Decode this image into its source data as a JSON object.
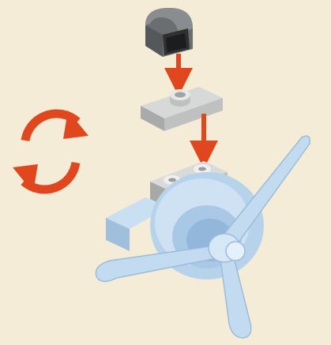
{
  "page": {
    "background_color": "#f4ecd6"
  },
  "instruction_step": {
    "rotate_icon": "rotate-model-icon",
    "arrow_color": "#e0471e",
    "parts": [
      {
        "name": "dark-gray-curved-slope-brick",
        "color": "#5b5e60"
      },
      {
        "name": "light-gray-1x2-plate-with-center-stud",
        "color": "#bfc1c1"
      },
      {
        "name": "light-blue-propeller-engine-assembly",
        "color": "#b7d3ec"
      }
    ]
  }
}
